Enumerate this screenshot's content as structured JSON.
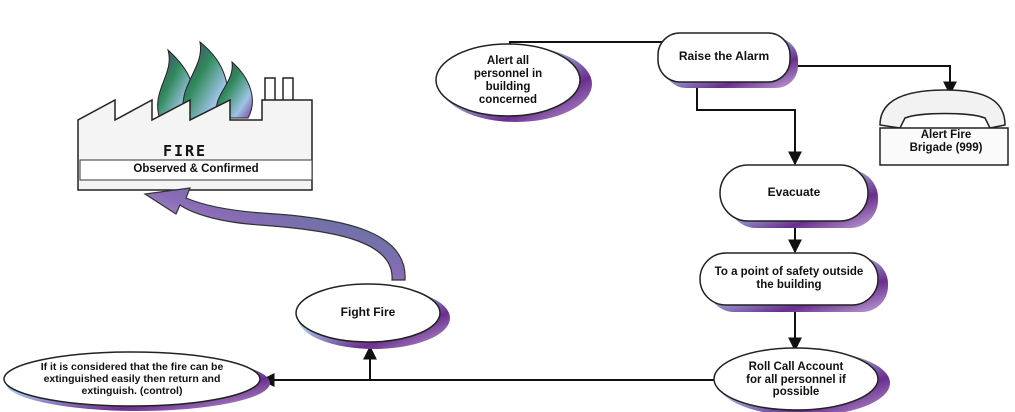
{
  "diagram": {
    "fire": {
      "word": "FIRE",
      "caption": "Observed & Confirmed"
    },
    "nodes": {
      "raise_alarm": "Raise the Alarm",
      "alert_personnel": "Alert all personnel in building concerned",
      "alert_brigade": "Alert Fire Brigade (999)",
      "evacuate": "Evacuate",
      "point_of_safety": "To a point of safety outside the building",
      "roll_call": "Roll Call Account for all personnel if possible",
      "fight_fire": "Fight Fire",
      "extinguish_note": "If it is considered that the fire can be extinguished easily then return and extinguish. (control)"
    },
    "colors": {
      "line": "#111111",
      "shadow_gradient": [
        "#2f7a52",
        "#a9c7e8",
        "#6a2e8e",
        "#c2a6d8"
      ]
    }
  }
}
